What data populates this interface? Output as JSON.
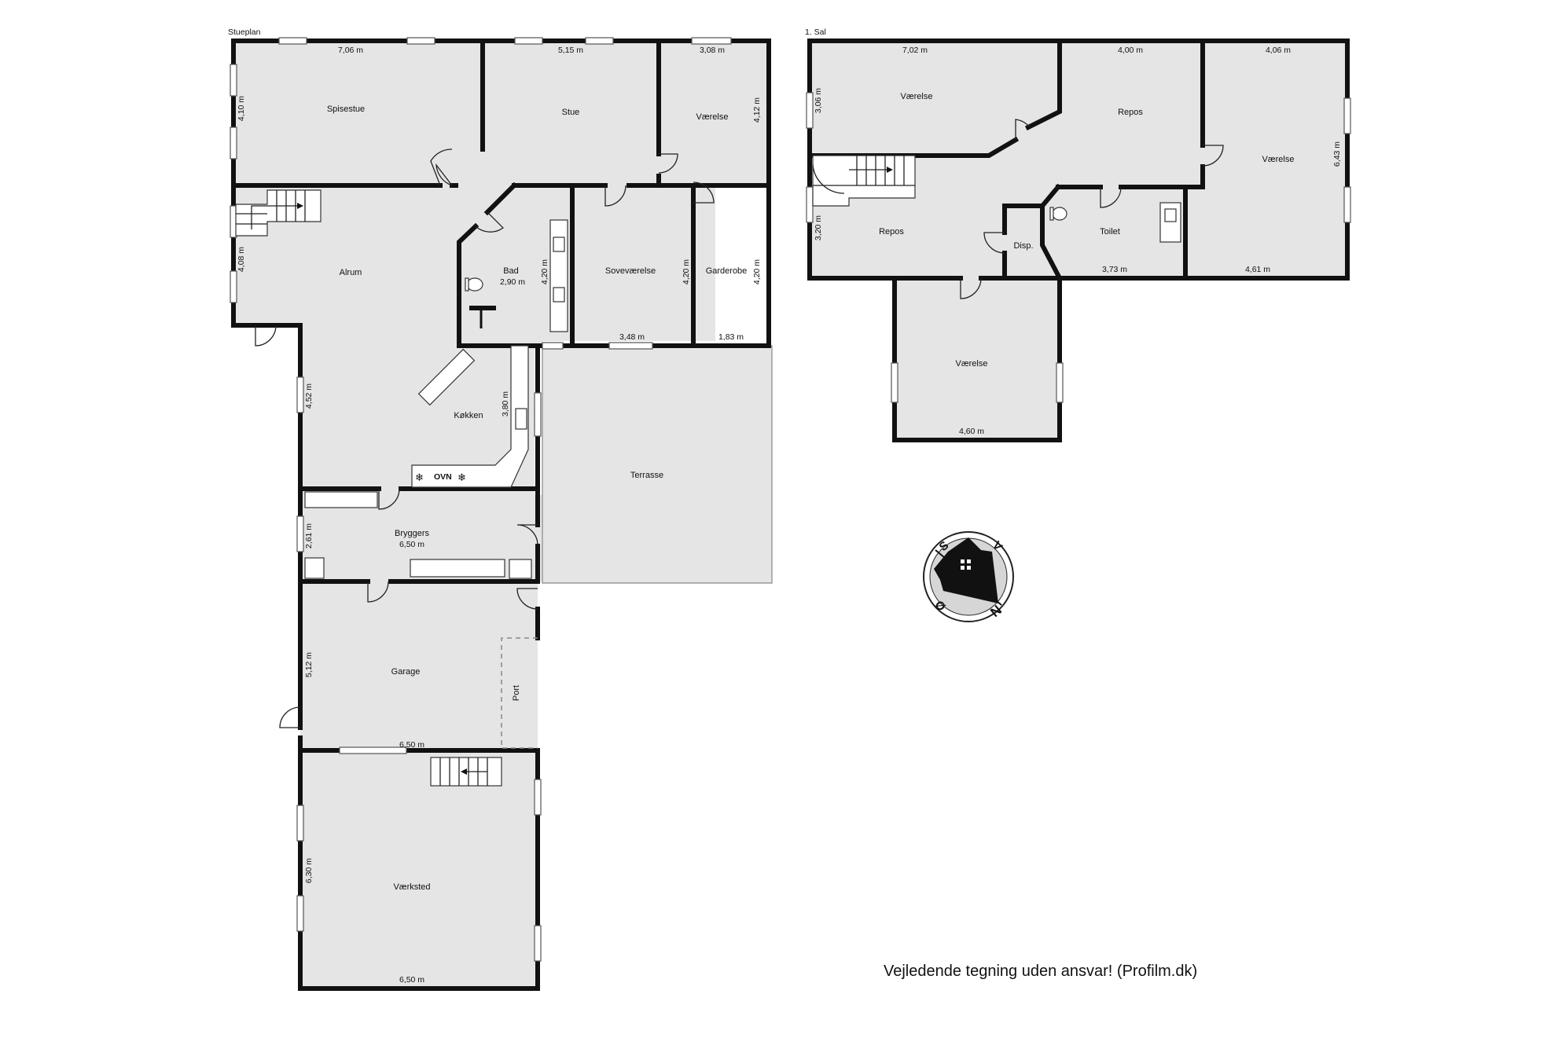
{
  "floors": {
    "ground": "Stueplan",
    "first": "1. Sal"
  },
  "rooms": {
    "spisestue": "Spisestue",
    "stue": "Stue",
    "vaerelse_g": "Værelse",
    "alrum": "Alrum",
    "bad": "Bad",
    "bad_dim": "2,90 m",
    "sovevaerelse": "Soveværelse",
    "garderobe": "Garderobe",
    "kokken": "Køkken",
    "ovn": "OVN",
    "terrasse": "Terrasse",
    "bryggers": "Bryggers",
    "bryggers_dim": "6,50 m",
    "garage": "Garage",
    "port": "Port",
    "vaerksted": "Værksted",
    "vaerelse_1a": "Værelse",
    "repos_1a": "Repos",
    "vaerelse_1b": "Værelse",
    "repos_1b": "Repos",
    "disp": "Disp.",
    "toilet": "Toilet",
    "vaerelse_1c": "Værelse"
  },
  "dimensions": {
    "d_706": "7,06 m",
    "d_515": "5,15 m",
    "d_308": "3,08 m",
    "d_410": "4,10 m",
    "d_412": "4,12 m",
    "d_408": "4,08 m",
    "d_420a": "4,20 m",
    "d_420b": "4,20 m",
    "d_420c": "4,20 m",
    "d_348": "3,48 m",
    "d_183": "1,83 m",
    "d_452": "4,52 m",
    "d_380": "3,80 m",
    "d_261": "2,61 m",
    "d_512": "5,12 m",
    "d_650a": "6,50 m",
    "d_630": "6,30 m",
    "d_650b": "6,50 m",
    "d_702": "7,02 m",
    "d_400": "4,00 m",
    "d_406": "4,06 m",
    "d_306": "3,06 m",
    "d_643": "6,43 m",
    "d_320": "3,20 m",
    "d_373": "3,73 m",
    "d_461": "4,61 m",
    "d_460": "4,60 m"
  },
  "compass": {
    "s": "S",
    "v": "V",
    "o": "Ø",
    "n": "N"
  },
  "disclaimer": "Vejledende tegning uden ansvar! (Profilm.dk)",
  "colors": {
    "room_fill": "#e5e5e5",
    "wall": "#111111",
    "background": "#ffffff"
  }
}
